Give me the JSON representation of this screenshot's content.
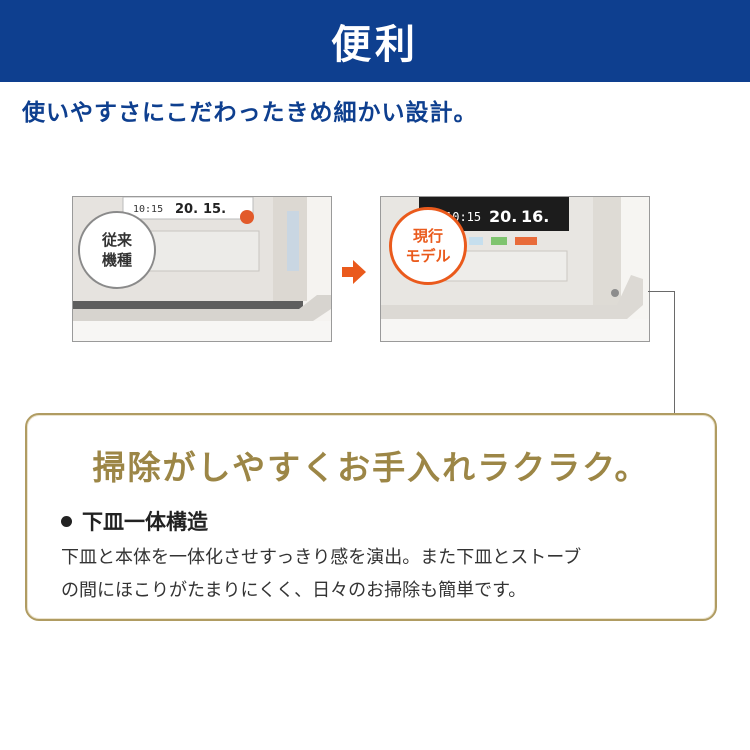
{
  "header": {
    "title": "便利"
  },
  "subtitle": "使いやすさにこだわったきめ細かい設計。",
  "comparison": {
    "old": {
      "badge_line1": "従来",
      "badge_line2": "機種",
      "display_time": "10:15",
      "display_temp1": "20.",
      "display_temp2": "15."
    },
    "new": {
      "badge_line1": "現行",
      "badge_line2": "モデル",
      "display_time": "10:15",
      "display_temp1": "20.",
      "display_temp2": "16."
    }
  },
  "info": {
    "heading": "掃除がしやすくお手入れラクラク。",
    "bullet_title": "下皿一体構造",
    "body_line1": "下皿と本体を一体化させすっきり感を演出。また下皿とストーブ",
    "body_line2": "の間にほこりがたまりにくく、日々のお掃除も簡単です。"
  },
  "colors": {
    "header_bg": "#0e3f8f",
    "heading_gold": "#9c8646",
    "box_border": "#b09c62",
    "accent_orange": "#ea5a1c"
  }
}
